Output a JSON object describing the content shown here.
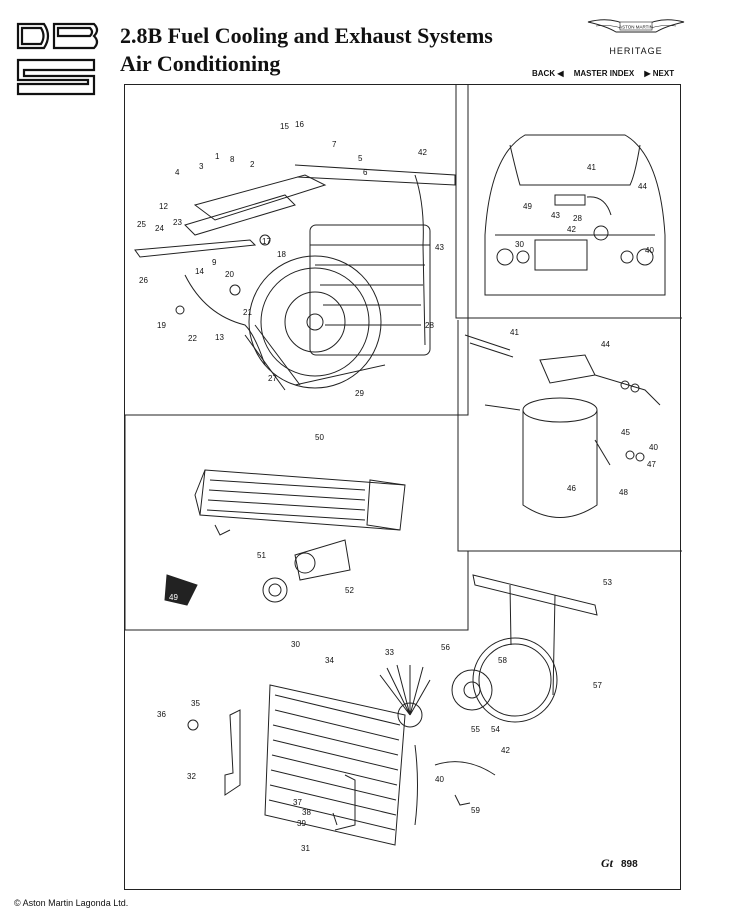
{
  "header": {
    "title_line1": "2.8B Fuel Cooling and Exhaust Systems",
    "title_line2": "Air Conditioning",
    "brand_logo_text": "ASTON MARTIN",
    "brand_sub": "HERITAGE"
  },
  "nav": {
    "back": "BACK ◀",
    "index": "MASTER INDEX",
    "next": "▶ NEXT"
  },
  "diagram": {
    "compressor_labels": [
      "15",
      "16",
      "7",
      "5",
      "6",
      "42",
      "4",
      "3",
      "1",
      "8",
      "2",
      "12",
      "23",
      "24",
      "25",
      "17",
      "18",
      "43",
      "9",
      "20",
      "14",
      "26",
      "21",
      "19",
      "22",
      "13",
      "28",
      "27",
      "29"
    ],
    "car_labels": [
      "41",
      "44",
      "49",
      "43",
      "28",
      "42",
      "30",
      "40"
    ],
    "receiver_labels": [
      "41",
      "44",
      "45",
      "40",
      "47",
      "46",
      "48"
    ],
    "evaporator_labels": [
      "50",
      "51",
      "52",
      "49"
    ],
    "condenser_labels": [
      "53",
      "30",
      "33",
      "34",
      "56",
      "58",
      "57",
      "35",
      "36",
      "55",
      "54",
      "42",
      "32",
      "40",
      "37",
      "38",
      "39",
      "59",
      "31"
    ],
    "ref_code": "898"
  },
  "footer": {
    "copyright": "© Aston Martin Lagonda Ltd."
  }
}
